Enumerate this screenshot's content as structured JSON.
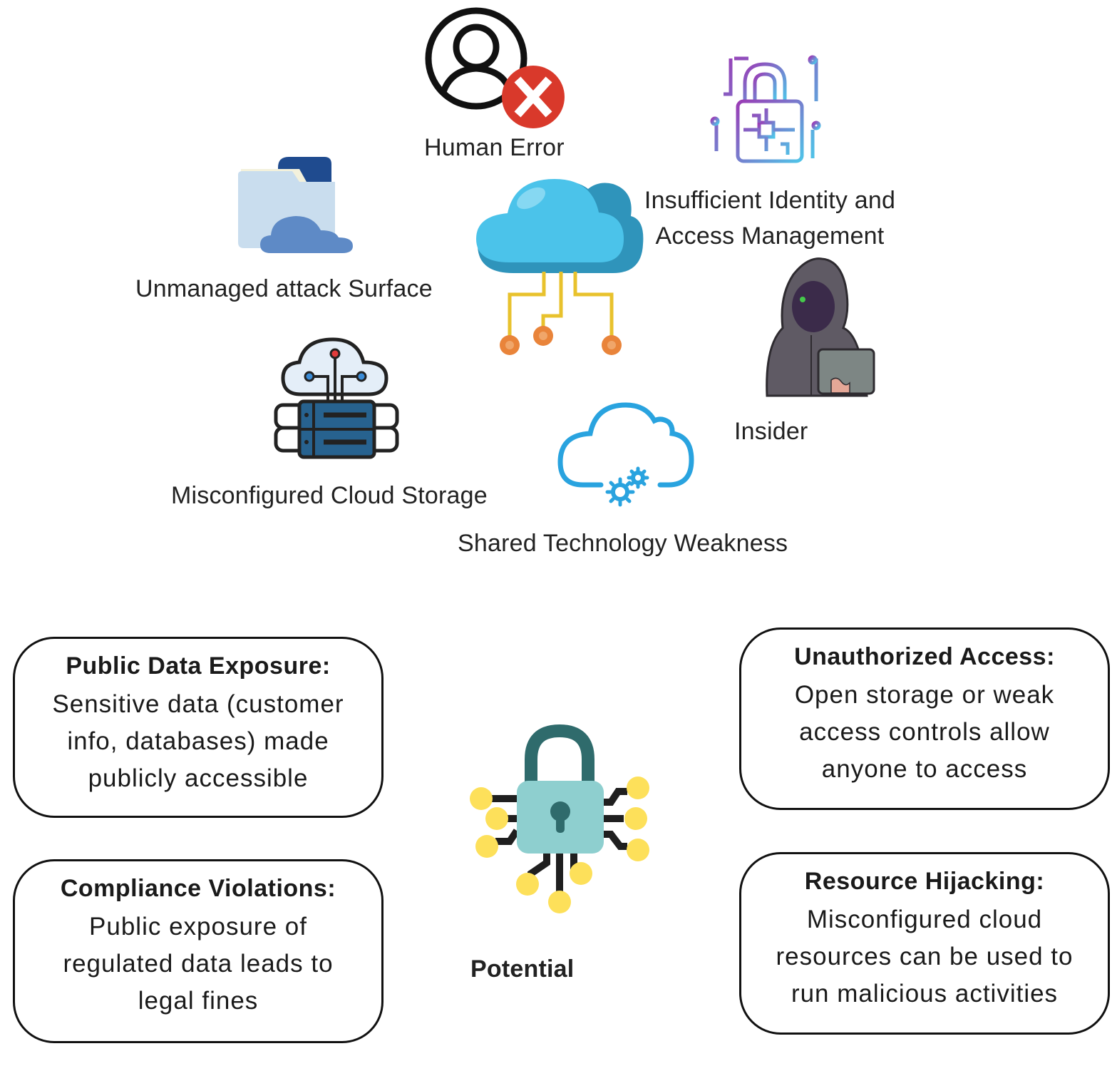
{
  "diagram": {
    "center_icon": "cloud-network-icon",
    "threats": [
      {
        "id": "human-error",
        "label": "Human Error",
        "icon": "user-error-icon"
      },
      {
        "id": "identity",
        "label_lines": [
          "Insufficient Identity and",
          "Access Management"
        ],
        "icon": "circuit-lock-icon"
      },
      {
        "id": "attack-surface",
        "label": "Unmanaged attack Surface",
        "icon": "folder-cloud-icon"
      },
      {
        "id": "insider",
        "label": "Insider",
        "icon": "hooded-hacker-icon"
      },
      {
        "id": "cloud-storage",
        "label": "Misconfigured Cloud Storage",
        "icon": "cloud-server-icon"
      },
      {
        "id": "shared-tech",
        "label": "Shared Technology Weakness",
        "icon": "cloud-gears-icon"
      }
    ],
    "potential": {
      "label": "Potential",
      "icon": "circuit-padlock-icon"
    },
    "impacts": [
      {
        "title": "Public Data Exposure:",
        "lines": [
          "Sensitive data (customer",
          "info, databases) made",
          "publicly accessible"
        ]
      },
      {
        "title": "Unauthorized Access:",
        "lines": [
          "Open storage or weak",
          "access controls allow",
          "anyone to access"
        ]
      },
      {
        "title": "Compliance Violations:",
        "lines": [
          "Public exposure of",
          "regulated data leads to",
          "legal fines"
        ]
      },
      {
        "title": "Resource Hijacking:",
        "lines": [
          "Misconfigured cloud",
          "resources can be used to",
          "run malicious activities"
        ]
      }
    ],
    "colors": {
      "error_red": "#d9392b",
      "cloud_blue": "#4bc3ea",
      "cloud_dark_blue": "#2f94bb",
      "circuit_yellow": "#e8c22d",
      "node_orange": "#e9843a",
      "lock_teal": "#8ecfcf",
      "lock_dark_teal": "#2f6b6c",
      "node_yellow": "#fde05a",
      "gradient_purple": "#9b3bb5",
      "gradient_cyan": "#4fc4e8"
    }
  }
}
